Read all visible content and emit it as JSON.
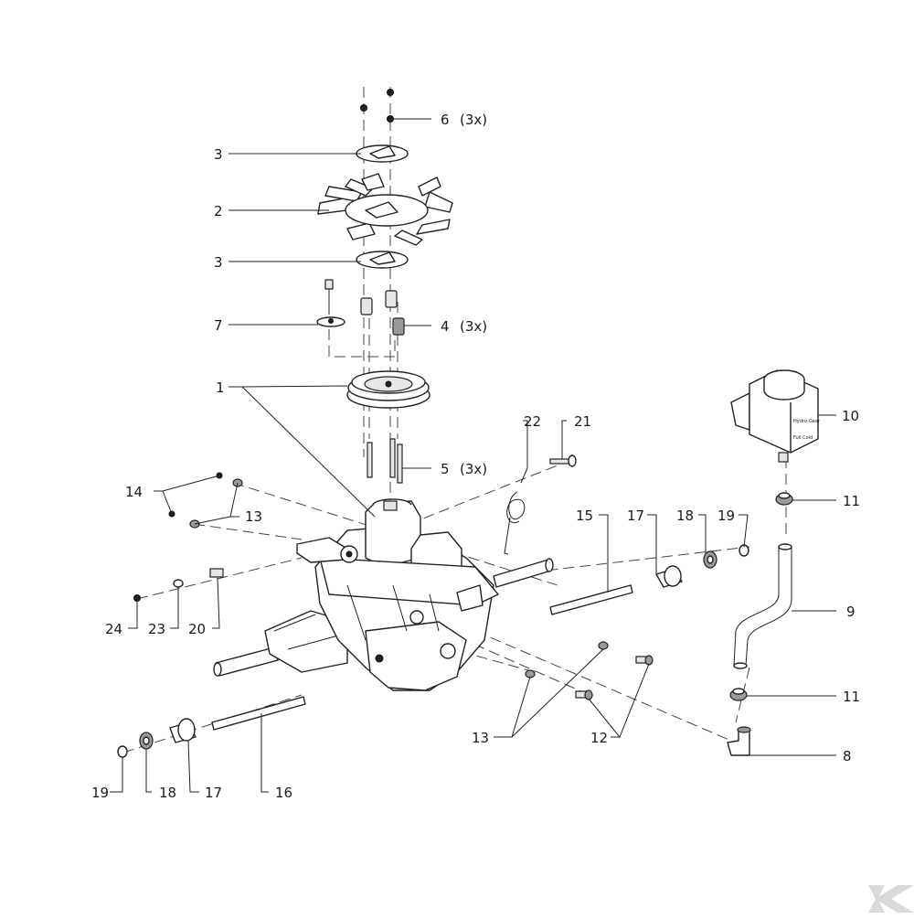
{
  "callouts": [
    {
      "id": "c6",
      "text": "6",
      "qty": "(3x)"
    },
    {
      "id": "c3a",
      "text": "3",
      "qty": ""
    },
    {
      "id": "c2",
      "text": "2",
      "qty": ""
    },
    {
      "id": "c3b",
      "text": "3",
      "qty": ""
    },
    {
      "id": "c7",
      "text": "7",
      "qty": ""
    },
    {
      "id": "c4",
      "text": "4",
      "qty": "(3x)"
    },
    {
      "id": "c1",
      "text": "1",
      "qty": ""
    },
    {
      "id": "c22",
      "text": "22",
      "qty": ""
    },
    {
      "id": "c21",
      "text": "21",
      "qty": ""
    },
    {
      "id": "c5",
      "text": "5",
      "qty": "(3x)"
    },
    {
      "id": "c10",
      "text": "10",
      "qty": ""
    },
    {
      "id": "c14",
      "text": "14",
      "qty": ""
    },
    {
      "id": "c13a",
      "text": "13",
      "qty": ""
    },
    {
      "id": "c11a",
      "text": "11",
      "qty": ""
    },
    {
      "id": "c15",
      "text": "15",
      "qty": ""
    },
    {
      "id": "c17a",
      "text": "17",
      "qty": ""
    },
    {
      "id": "c18a",
      "text": "18",
      "qty": ""
    },
    {
      "id": "c19a",
      "text": "19",
      "qty": ""
    },
    {
      "id": "c9",
      "text": "9",
      "qty": ""
    },
    {
      "id": "c24",
      "text": "24",
      "qty": ""
    },
    {
      "id": "c23",
      "text": "23",
      "qty": ""
    },
    {
      "id": "c20",
      "text": "20",
      "qty": ""
    },
    {
      "id": "c11b",
      "text": "11",
      "qty": ""
    },
    {
      "id": "c13b",
      "text": "13",
      "qty": ""
    },
    {
      "id": "c12",
      "text": "12",
      "qty": ""
    },
    {
      "id": "c8",
      "text": "8",
      "qty": ""
    },
    {
      "id": "c19b",
      "text": "19",
      "qty": ""
    },
    {
      "id": "c18b",
      "text": "18",
      "qty": ""
    },
    {
      "id": "c17b",
      "text": "17",
      "qty": ""
    },
    {
      "id": "c16",
      "text": "16",
      "qty": ""
    }
  ],
  "reservoir_labels": {
    "line1": "Hydro-Gear",
    "line2": "Full Cold"
  },
  "colors": {
    "line": "#222222",
    "background": "#ffffff",
    "watermark": "#d9d9d9"
  },
  "watermark_icon": "brand-k-logo-icon"
}
